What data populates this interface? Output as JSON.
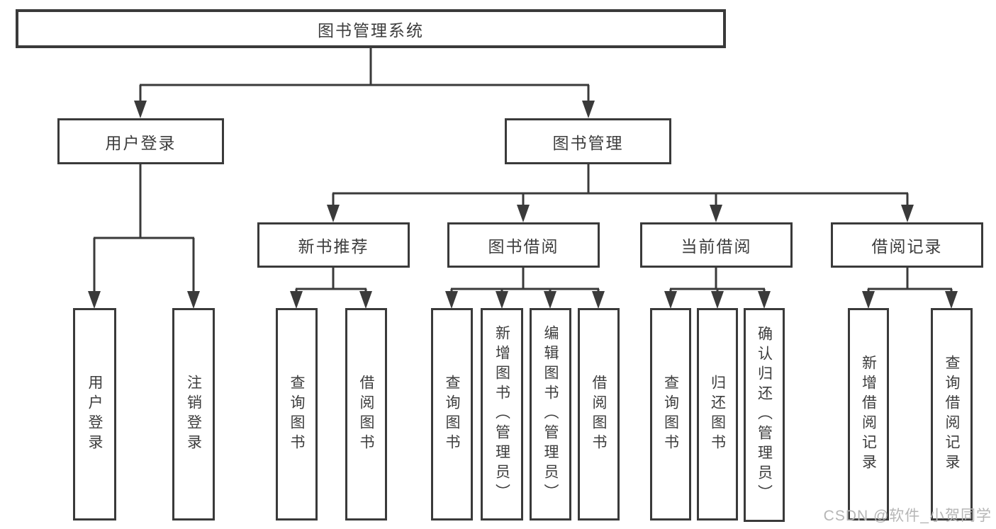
{
  "diagram": {
    "root": "图书管理系统",
    "branches": [
      {
        "label": "用户登录",
        "children": [
          {
            "label": "用户登录"
          },
          {
            "label": "注销登录"
          }
        ]
      },
      {
        "label": "图书管理",
        "children": [
          {
            "label": "新书推荐",
            "children": [
              {
                "label": "查询图书"
              },
              {
                "label": "借阅图书"
              }
            ]
          },
          {
            "label": "图书借阅",
            "children": [
              {
                "label": "查询图书"
              },
              {
                "label": "新增图书（管理员）"
              },
              {
                "label": "编辑图书（管理员）"
              },
              {
                "label": "借阅图书"
              }
            ]
          },
          {
            "label": "当前借阅",
            "children": [
              {
                "label": "查询图书"
              },
              {
                "label": "归还图书"
              },
              {
                "label": "确认归还（管理员）"
              }
            ]
          },
          {
            "label": "借阅记录",
            "children": [
              {
                "label": "新增借阅记录"
              },
              {
                "label": "查询借阅记录"
              }
            ]
          }
        ]
      }
    ]
  },
  "watermark": "CSDN @软件_小贺同学",
  "colors": {
    "line": "#3a3a3a",
    "text": "#3d3d3d",
    "watermark": "#b6b6b6",
    "background": "#ffffff"
  }
}
